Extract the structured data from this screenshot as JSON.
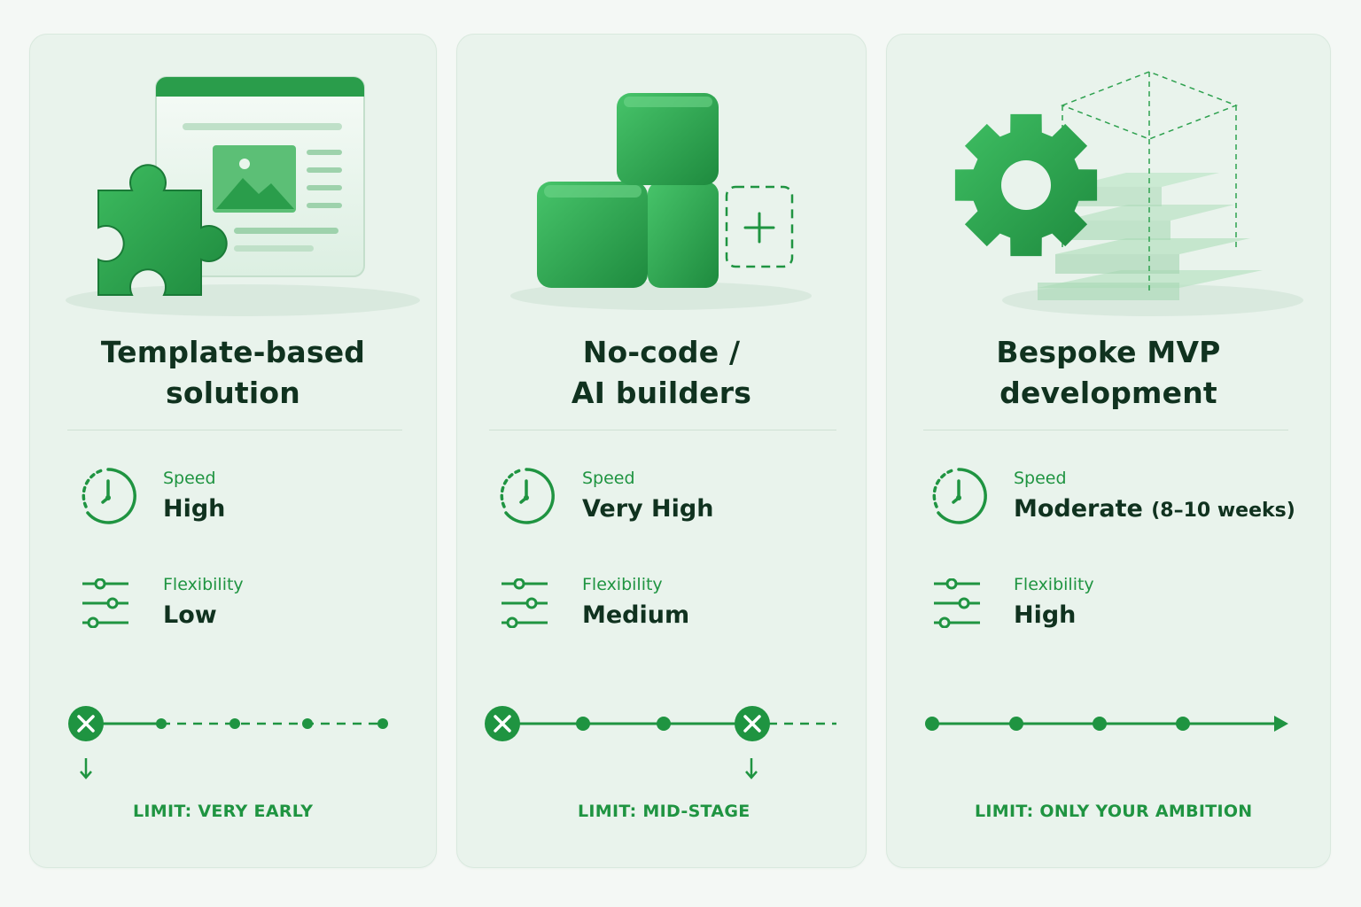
{
  "colors": {
    "accent": "#1f9441",
    "accent_dark": "#17753a",
    "text_dark": "#10321f",
    "card_bg": "#e9f3ec",
    "page_bg": "#f4f8f5"
  },
  "cards": [
    {
      "illustration": "puzzle-and-webpage-template",
      "title_lines": [
        "Template-based",
        "solution"
      ],
      "speed": {
        "label": "Speed",
        "value": "High"
      },
      "flexibility": {
        "label": "Flexibility",
        "value": "Low"
      },
      "limit": "LIMIT: VERY EARLY"
    },
    {
      "illustration": "stacked-blocks-with-add",
      "title_lines": [
        "No-code /",
        "AI builders"
      ],
      "speed": {
        "label": "Speed",
        "value": "Very High"
      },
      "flexibility": {
        "label": "Flexibility",
        "value": "Medium"
      },
      "limit": "LIMIT: MID-STAGE"
    },
    {
      "illustration": "gear-and-layered-stack",
      "title_lines": [
        "Bespoke MVP",
        "development"
      ],
      "speed": {
        "label": "Speed",
        "value": "Moderate",
        "value_extra": "(8–10 weeks)"
      },
      "flexibility": {
        "label": "Flexibility",
        "value": "High"
      },
      "limit": "LIMIT: ONLY YOUR AMBITION"
    }
  ]
}
